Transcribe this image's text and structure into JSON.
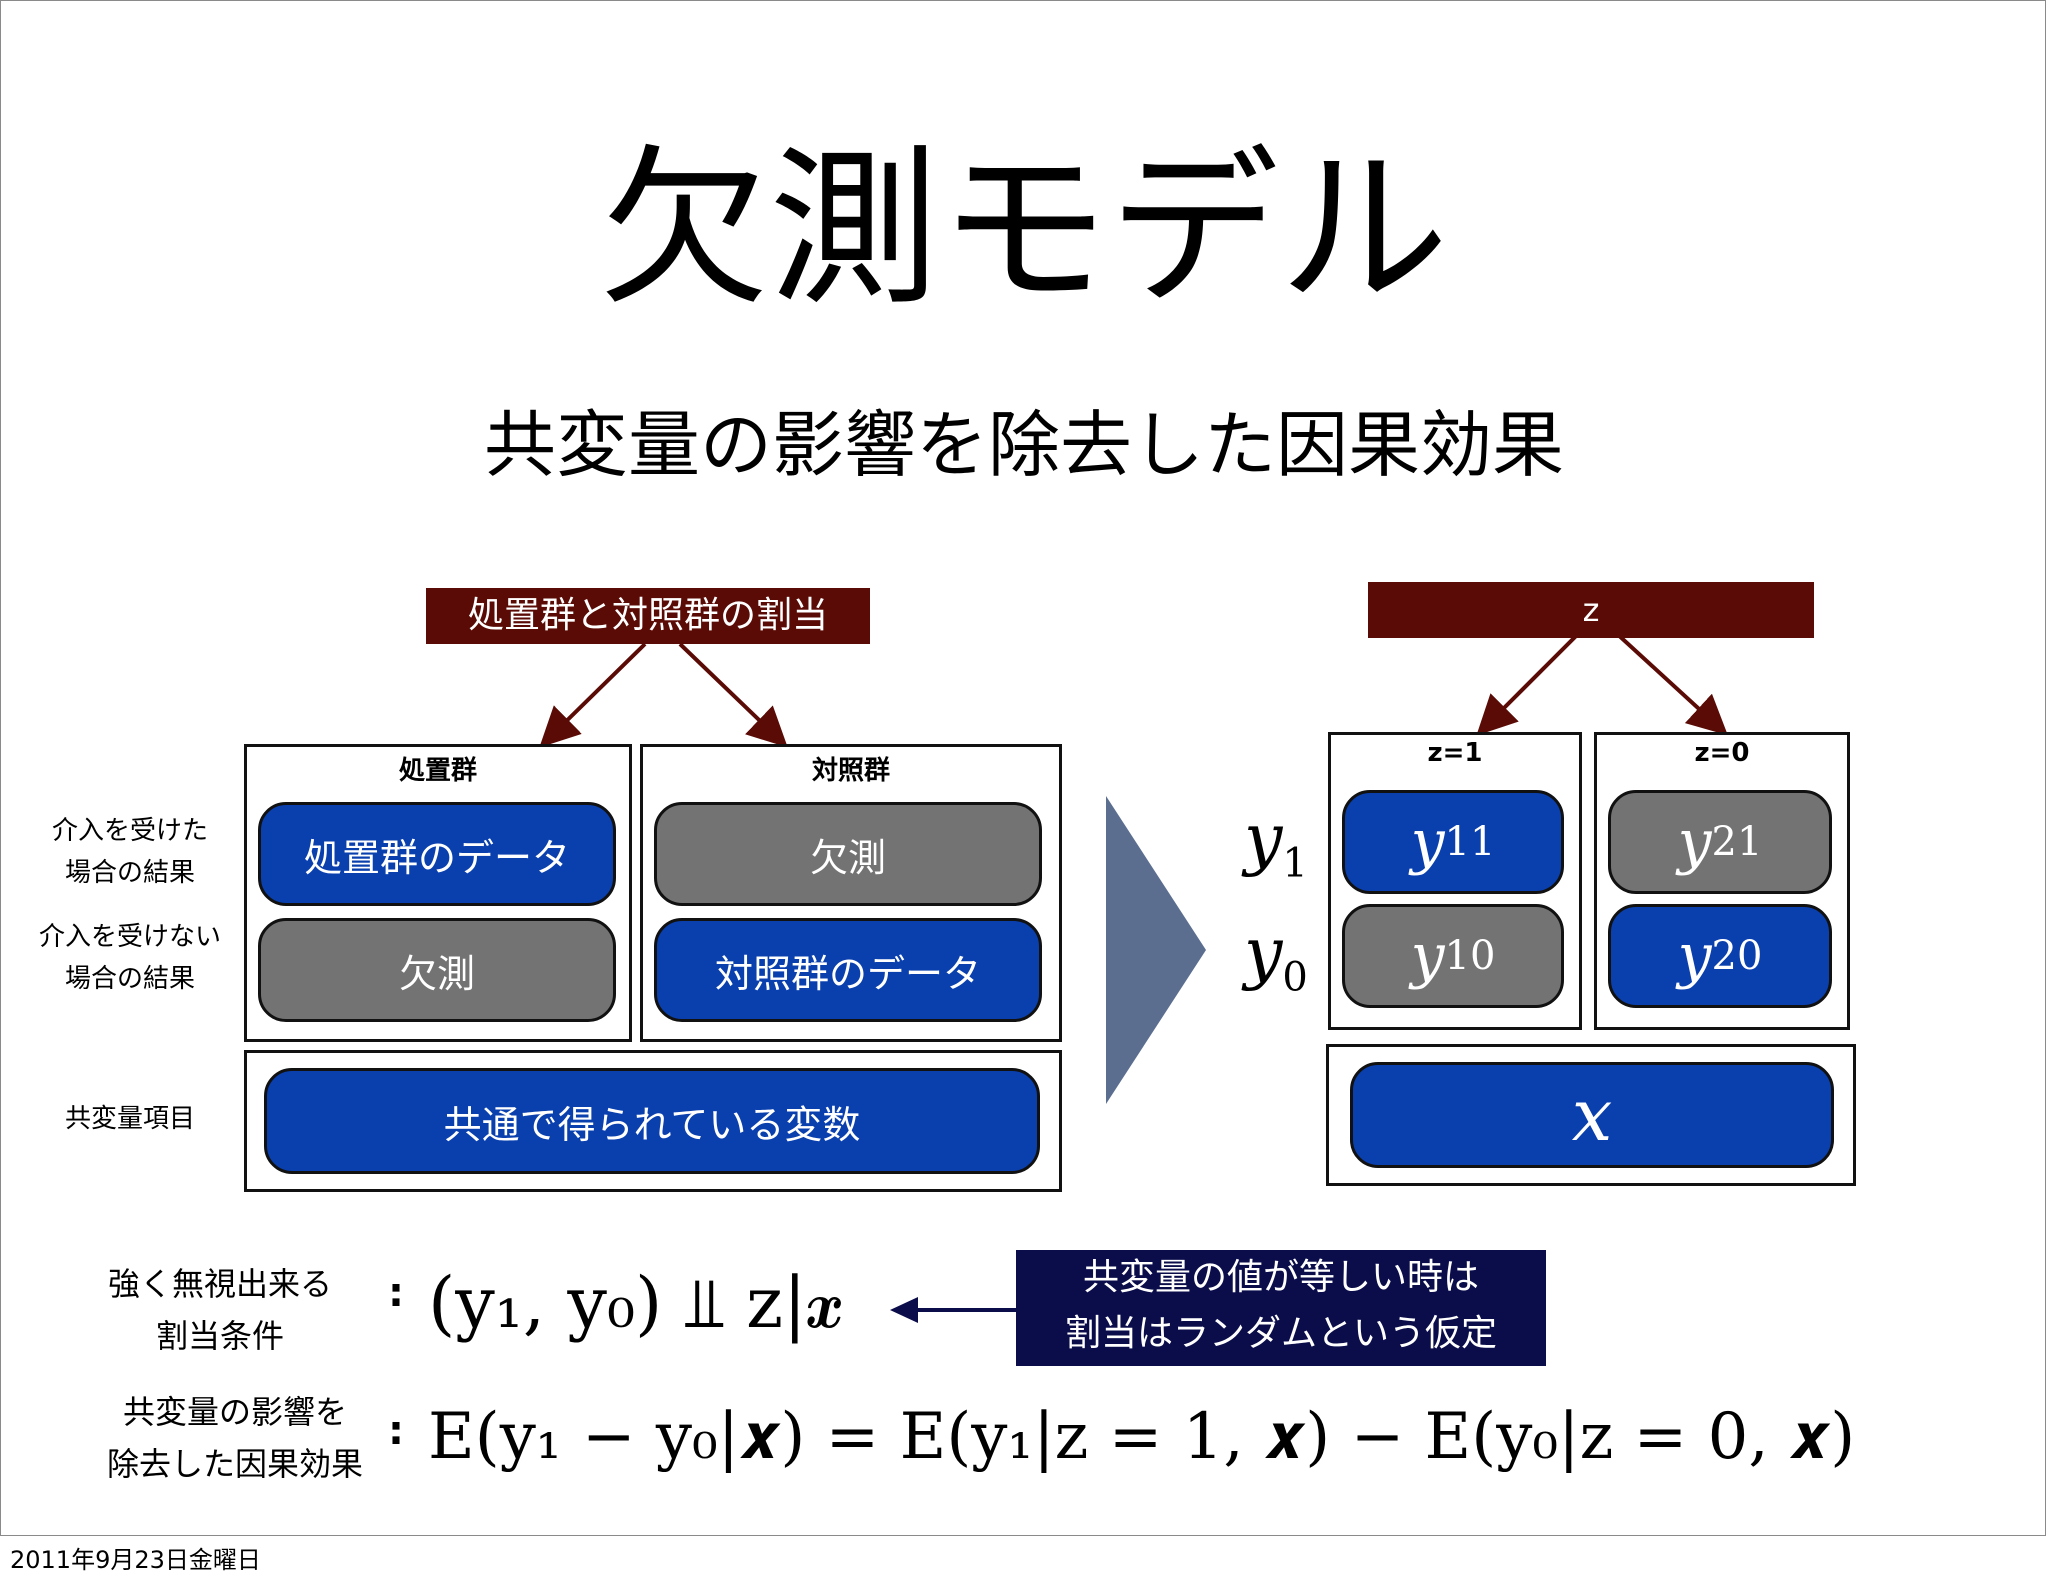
{
  "title": "欠測モデル",
  "subtitle": "共変量の影響を除去した因果効果",
  "left": {
    "banner": "処置群と対照群の割当",
    "treated_label": "処置群",
    "control_label": "対照群",
    "row1_label_a": "介入を受けた",
    "row1_label_b": "場合の結果",
    "row2_label_a": "介入を受けない",
    "row2_label_b": "場合の結果",
    "covariate_label": "共変量項目",
    "treated_row1": "処置群のデータ",
    "treated_row2": "欠測",
    "control_row1": "欠測",
    "control_row2": "対照群のデータ",
    "covariate": "共通で得られている変数"
  },
  "right": {
    "banner": "z",
    "col1_label": "z=1",
    "col2_label": "z=0",
    "y1_row": "y",
    "y1_sub": "1",
    "y0_row": "y",
    "y0_sub": "0",
    "cell_y11": "y",
    "cell_y11_sub": "11",
    "cell_y21": "y",
    "cell_y21_sub": "21",
    "cell_y10": "y",
    "cell_y10_sub": "10",
    "cell_y20": "y",
    "cell_y20_sub": "20",
    "x": "x"
  },
  "formulas": {
    "label1_a": "強く無視出来る",
    "label1_b": "割当条件",
    "label2_a": "共変量の影響を",
    "label2_b": "除去した因果効果",
    "colon": ":",
    "f1": "(y₁, y₀) ⫫ z|𝒙",
    "f2": "E(y₁ − y₀|𝒙) = E(y₁|z = 1, 𝒙) − E(y₀|z = 0, 𝒙)",
    "note_a": "共変量の値が等しい時は",
    "note_b": "割当はランダムという仮定"
  },
  "colors": {
    "banner": "#5a0b06",
    "blue": "#0a3fae",
    "gray": "#737373",
    "note": "#0b0d4a",
    "arrow_shape": "#5b6e90"
  },
  "footer": "2011年9月23日金曜日"
}
